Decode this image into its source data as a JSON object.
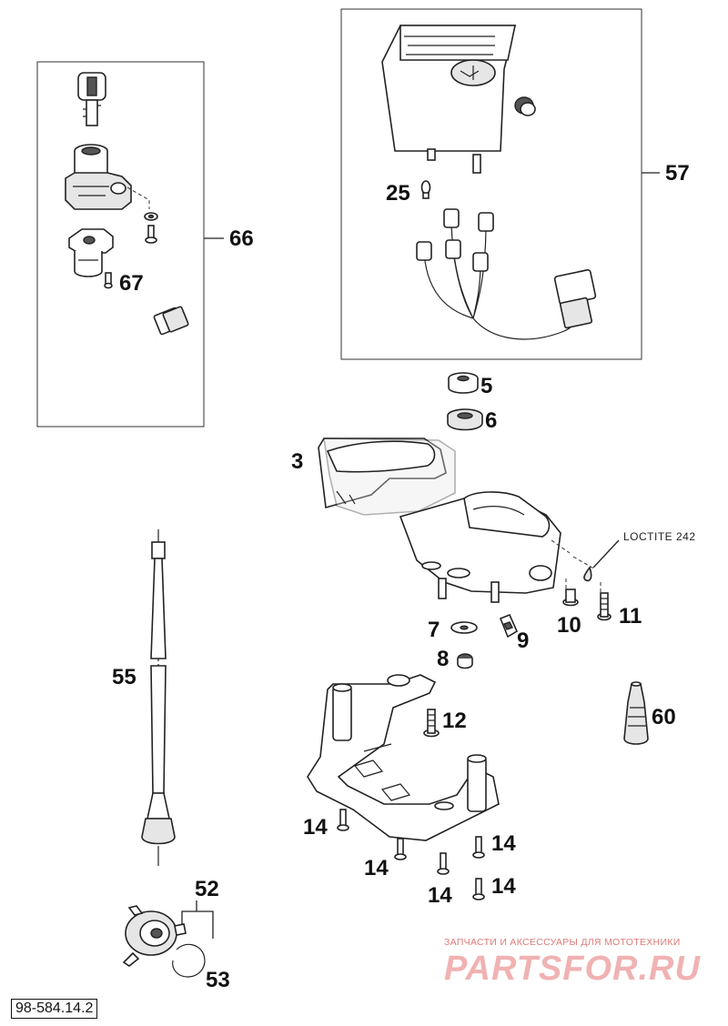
{
  "labels": {
    "p66": "66",
    "p67": "67",
    "p57": "57",
    "p25": "25",
    "p5": "5",
    "p6": "6",
    "p3": "3",
    "loctite": "LOCTITE 242",
    "p10": "10",
    "p11": "11",
    "p7": "7",
    "p9": "9",
    "p8": "8",
    "p12": "12",
    "p60": "60",
    "p55": "55",
    "p14": "14",
    "p52": "52",
    "p53": "53"
  },
  "watermark": {
    "caption": "ЗАПЧАСТИ И АКСЕССУАРЫ ДЛЯ МОТОТЕХНИКИ",
    "logo": "PARTSFOR.RU"
  },
  "reference_number": "98-584.14.2"
}
